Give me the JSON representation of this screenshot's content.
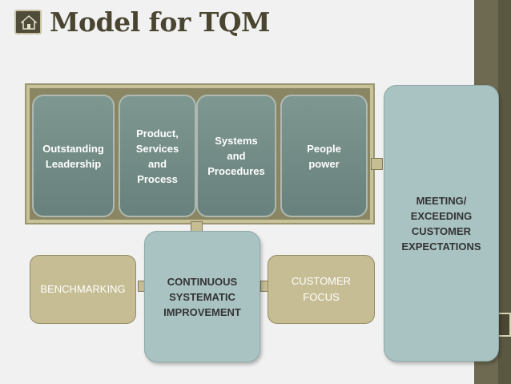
{
  "title": "Model for TQM",
  "icons": {
    "home": "home-icon"
  },
  "colors": {
    "title": "#4a4530",
    "card": "#739089",
    "pill": "#a9c3c2",
    "olive": "#c6bd94",
    "sidebar": "#6e6a52"
  },
  "pillars": [
    {
      "label": "Outstanding\nLeadership"
    },
    {
      "label": "Product,\nServices\nand\nProcess"
    },
    {
      "label": "Systems\nand\nProcedures"
    },
    {
      "label": "People\npower"
    }
  ],
  "continuous": "CONTINUOUS\nSYSTEMATIC\nIMPROVEMENT",
  "benchmarking": "BENCHMARKING",
  "customer_focus": "CUSTOMER\nFOCUS",
  "expectations": "MEETING/\nEXCEEDING\nCUSTOMER\nEXPECTATIONS"
}
